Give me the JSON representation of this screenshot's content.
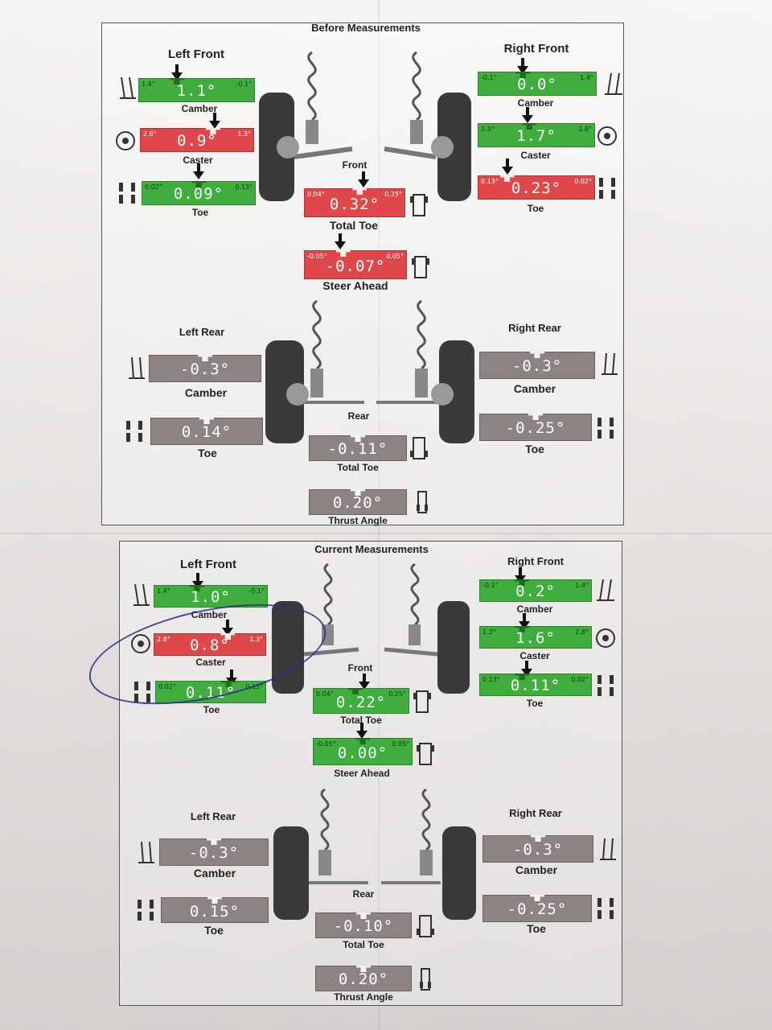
{
  "before": {
    "title": "Before Measurements",
    "left_front": {
      "heading": "Left Front",
      "camber": {
        "label": "Camber",
        "value": "1.1°",
        "min": "1.4°",
        "max": "-0.1°",
        "color": "green",
        "pointer": 0.33
      },
      "caster": {
        "label": "Caster",
        "value": "0.9°",
        "min": "2.8°",
        "max": "1.3°",
        "color": "red",
        "pointer": 0.62
      },
      "toe": {
        "label": "Toe",
        "value": "0.09°",
        "min": "0.02°",
        "max": "0.13°",
        "color": "green",
        "pointer": 0.5
      }
    },
    "right_front": {
      "heading": "Right Front",
      "camber": {
        "label": "Camber",
        "value": "0.0°",
        "min": "-0.1°",
        "max": "1.4°",
        "color": "green",
        "pointer": 0.38
      },
      "caster": {
        "label": "Caster",
        "value": "1.7°",
        "min": "1.3°",
        "max": "2.8°",
        "color": "green",
        "pointer": 0.44
      },
      "toe": {
        "label": "Toe",
        "value": "0.23°",
        "min": "0.13°",
        "max": "0.02°",
        "color": "red",
        "pointer": 0.25
      }
    },
    "front": {
      "heading": "Front",
      "total_toe": {
        "label": "Total Toe",
        "value": "0.32°",
        "min": "0.04°",
        "max": "0.25°",
        "color": "red",
        "pointer": 0.55
      },
      "steer_ahead": {
        "label": "Steer Ahead",
        "value": "-0.07°",
        "min": "-0.05°",
        "max": "0.05°",
        "color": "red",
        "pointer": 0.38
      }
    },
    "left_rear": {
      "heading": "Left Rear",
      "camber": {
        "label": "Camber",
        "value": "-0.3°",
        "color": "gray"
      },
      "toe": {
        "label": "Toe",
        "value": "0.14°",
        "color": "gray"
      }
    },
    "right_rear": {
      "heading": "Right Rear",
      "camber": {
        "label": "Camber",
        "value": "-0.3°",
        "color": "gray"
      },
      "toe": {
        "label": "Toe",
        "value": "-0.25°",
        "color": "gray"
      }
    },
    "rear": {
      "heading": "Rear",
      "total_toe": {
        "label": "Total Toe",
        "value": "-0.11°",
        "color": "gray"
      },
      "thrust_angle": {
        "label": "Thrust Angle",
        "value": "0.20°",
        "color": "gray"
      }
    }
  },
  "current": {
    "title": "Current Measurements",
    "left_front": {
      "heading": "Left Front",
      "camber": {
        "label": "Camber",
        "value": "1.0°",
        "min": "1.4°",
        "max": "-0.1°",
        "color": "green",
        "pointer": 0.38
      },
      "caster": {
        "label": "Caster",
        "value": "0.8°",
        "min": "2.8°",
        "max": "1.3°",
        "color": "red",
        "pointer": 0.66
      },
      "toe": {
        "label": "Toe",
        "value": "0.11°",
        "min": "0.02°",
        "max": "0.13°",
        "color": "green",
        "pointer": 0.66
      }
    },
    "right_front": {
      "heading": "Right Front",
      "camber": {
        "label": "Camber",
        "value": "0.2°",
        "min": "-0.1°",
        "max": "1.4°",
        "color": "green",
        "pointer": 0.38
      },
      "caster": {
        "label": "Caster",
        "value": "1.6°",
        "min": "1.3°",
        "max": "2.8°",
        "color": "green",
        "pointer": 0.38
      },
      "toe": {
        "label": "Toe",
        "value": "0.11°",
        "min": "0.13°",
        "max": "0.02°",
        "color": "green",
        "pointer": 0.38
      }
    },
    "front": {
      "heading": "Front",
      "total_toe": {
        "label": "Total Toe",
        "value": "0.22°",
        "min": "0.04°",
        "max": "0.25°",
        "color": "green",
        "pointer": 0.44
      },
      "steer_ahead": {
        "label": "Steer Ahead",
        "value": "0.00°",
        "min": "-0.05°",
        "max": "0.05°",
        "color": "green",
        "pointer": 0.5
      }
    },
    "left_rear": {
      "heading": "Left Rear",
      "camber": {
        "label": "Camber",
        "value": "-0.3°",
        "color": "gray"
      },
      "toe": {
        "label": "Toe",
        "value": "0.15°",
        "color": "gray"
      }
    },
    "right_rear": {
      "heading": "Right Rear",
      "camber": {
        "label": "Camber",
        "value": "-0.3°",
        "color": "gray"
      },
      "toe": {
        "label": "Toe",
        "value": "-0.25°",
        "color": "gray"
      }
    },
    "rear": {
      "heading": "Rear",
      "total_toe": {
        "label": "Total Toe",
        "value": "-0.10°",
        "color": "gray"
      },
      "thrust_angle": {
        "label": "Thrust Angle",
        "value": "0.20°",
        "color": "gray"
      }
    }
  },
  "colors": {
    "green": "#3fae3f",
    "red": "#e0474a",
    "gray": "#8b8482",
    "ink": "#2c2e8a"
  }
}
